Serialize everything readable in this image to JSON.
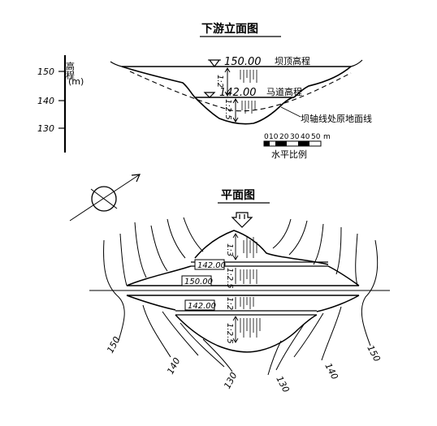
{
  "elevation_view": {
    "title": "下游立面图",
    "axis_label": "高程",
    "axis_unit": "(m)",
    "ticks": [
      "150",
      "140",
      "130"
    ],
    "crest_elevation": "150.00",
    "crest_label": "坝顶高程",
    "berm_elevation": "142.00",
    "berm_label": "马道高程",
    "slope_upper": "1:2",
    "slope_lower": "1:2.5",
    "ground_label": "坝轴线处原地面线",
    "scale_ticks": [
      "0",
      "10",
      "20",
      "30",
      "40",
      "50"
    ],
    "scale_unit": "m",
    "scale_label": "水平比例"
  },
  "plan_view": {
    "title": "平面图",
    "slope_top": "1:3",
    "slope_up": "1:2.5",
    "slope_down": "1:2",
    "slope_bottom": "1:2.5",
    "box_berm_upstream": "142.00",
    "box_crest": "150.00",
    "box_berm_downstream": "142.00",
    "contours": {
      "left_150": "150",
      "left_140": "140",
      "left_130": "130",
      "right_130": "130",
      "right_140": "140",
      "right_150": "150"
    }
  }
}
